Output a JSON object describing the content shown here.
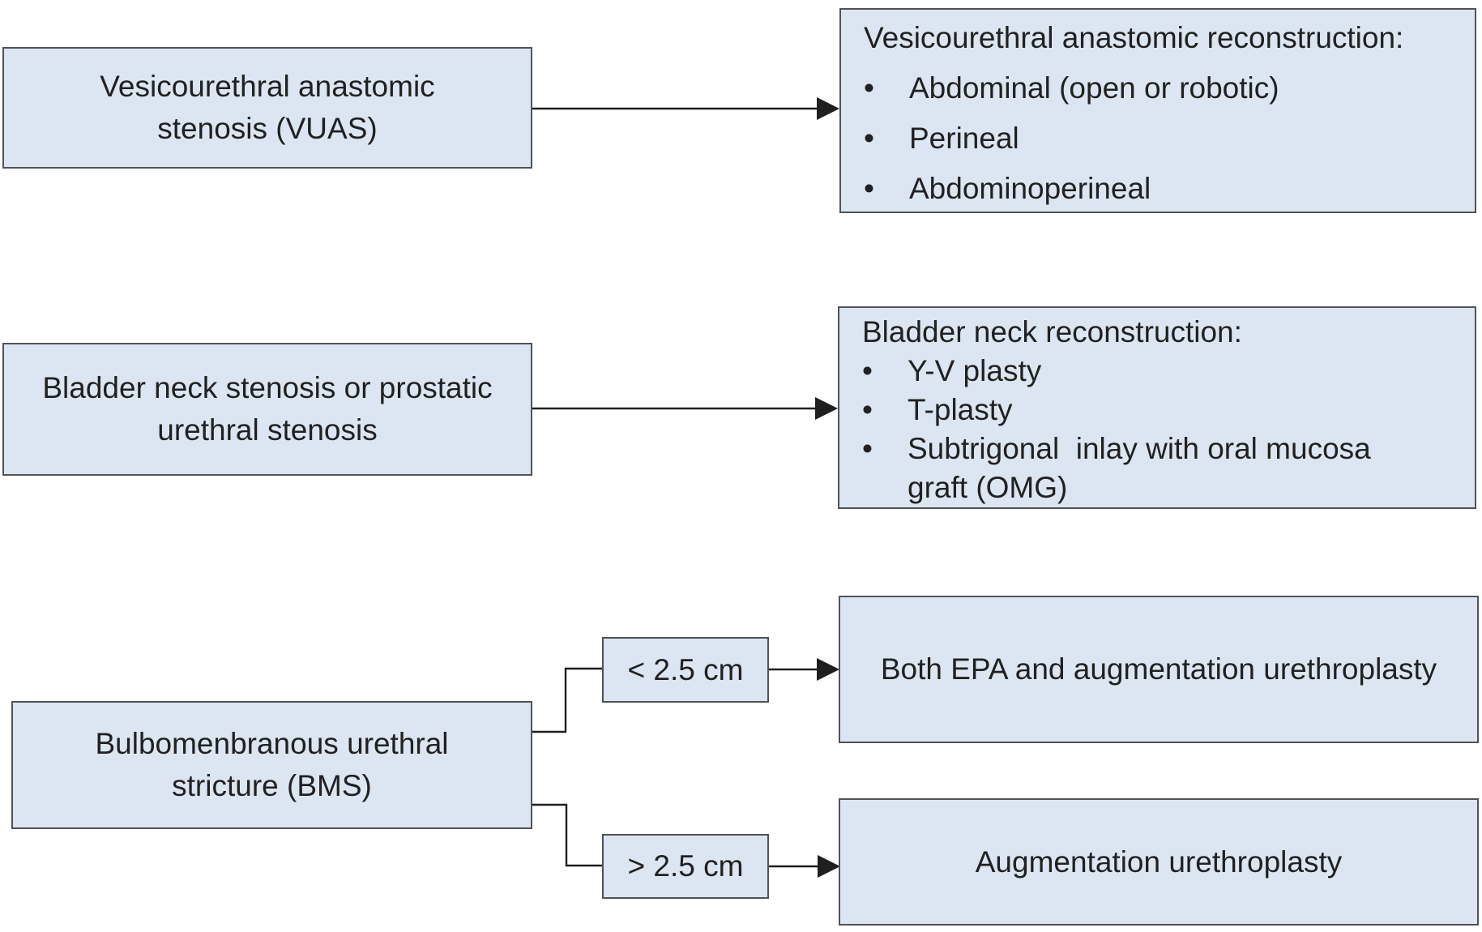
{
  "colors": {
    "box_fill": "#dce6f2",
    "box_border": "#4f5357",
    "connector": "#1f1f1f",
    "text_color": "#212121",
    "page_bg": "#ffffff"
  },
  "glyphs": {
    "bullet": "•"
  },
  "flows": [
    {
      "source": {
        "text": "Vesicourethral anastomic stenosis (VUAS)"
      },
      "target": {
        "title": "Vesicourethral anastomic reconstruction:",
        "bullets": [
          "Abdominal (open or robotic)",
          "Perineal",
          "Abdominoperineal"
        ]
      }
    },
    {
      "source": {
        "text": "Bladder neck stenosis or prostatic urethral stenosis"
      },
      "target": {
        "title": "Bladder neck reconstruction:",
        "bullets": [
          "Y-V plasty",
          "T-plasty",
          "Subtrigonal  inlay with oral mucosa graft (OMG)"
        ]
      }
    },
    {
      "source": {
        "text": "Bulbomenbranous urethral stricture (BMS)"
      },
      "branches": [
        {
          "condition": "< 2.5 cm",
          "target": {
            "title": "Both EPA and augmentation urethroplasty"
          }
        },
        {
          "condition": "> 2.5 cm",
          "target": {
            "title": "Augmentation urethroplasty"
          }
        }
      ]
    }
  ]
}
